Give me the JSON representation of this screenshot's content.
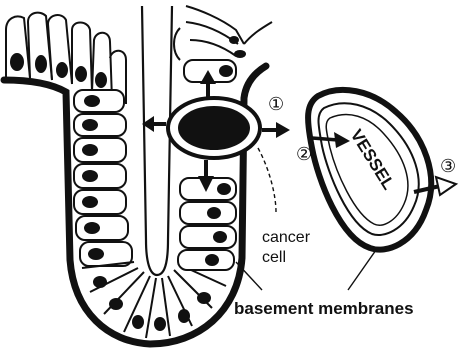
{
  "diagram": {
    "labels": {
      "cancer_cell_line1": "cancer",
      "cancer_cell_line2": "cell",
      "vessel": "VESSEL",
      "basement_membranes": "basement membranes"
    },
    "steps": [
      {
        "marker": "①"
      },
      {
        "marker": "②"
      },
      {
        "marker": "③"
      }
    ]
  }
}
